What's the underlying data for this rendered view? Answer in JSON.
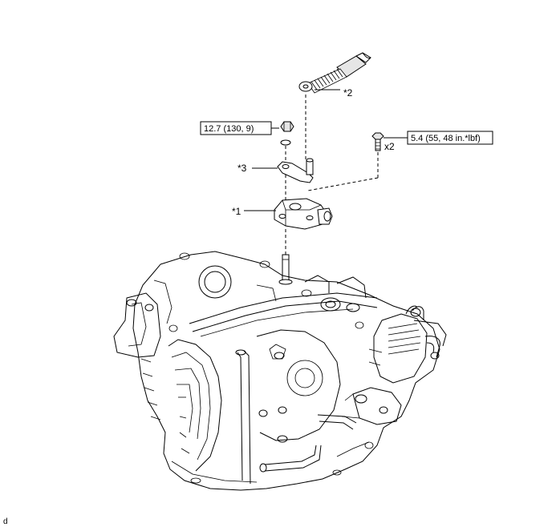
{
  "callouts": {
    "part1": "*1",
    "part2": "*2",
    "part3": "*3",
    "qty": "x2"
  },
  "torque": {
    "nut": "12.7 (130, 9)",
    "bolt": "5.4 (55, 48 in.*lbf)"
  },
  "figure_code": "d"
}
